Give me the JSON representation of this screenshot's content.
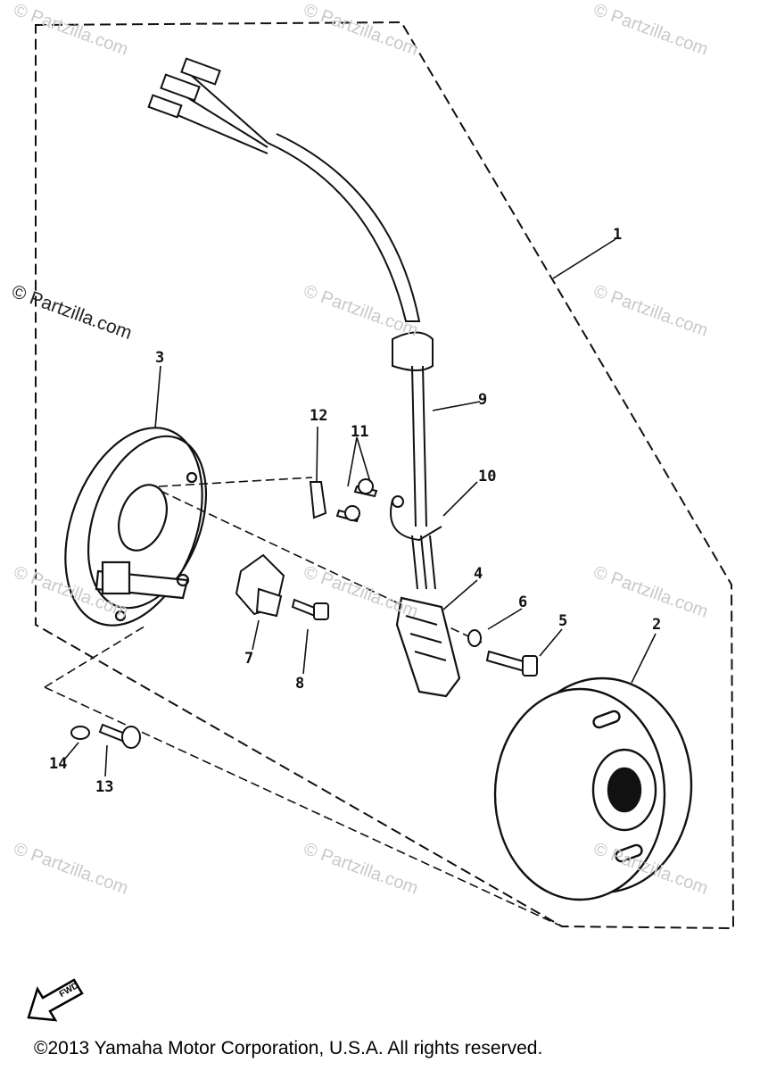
{
  "callouts": [
    {
      "id": "1",
      "label": "1"
    },
    {
      "id": "2",
      "label": "2"
    },
    {
      "id": "3",
      "label": "3"
    },
    {
      "id": "4",
      "label": "4"
    },
    {
      "id": "5",
      "label": "5"
    },
    {
      "id": "6",
      "label": "6"
    },
    {
      "id": "7",
      "label": "7"
    },
    {
      "id": "8",
      "label": "8"
    },
    {
      "id": "9",
      "label": "9"
    },
    {
      "id": "10",
      "label": "10"
    },
    {
      "id": "11",
      "label": "11"
    },
    {
      "id": "12",
      "label": "12"
    },
    {
      "id": "13",
      "label": "13"
    },
    {
      "id": "14",
      "label": "14"
    }
  ],
  "watermark": "© Partzilla.com",
  "fwd_label": "FWD",
  "copyright": "©2013 Yamaha Motor Corporation, U.S.A. All rights reserved."
}
